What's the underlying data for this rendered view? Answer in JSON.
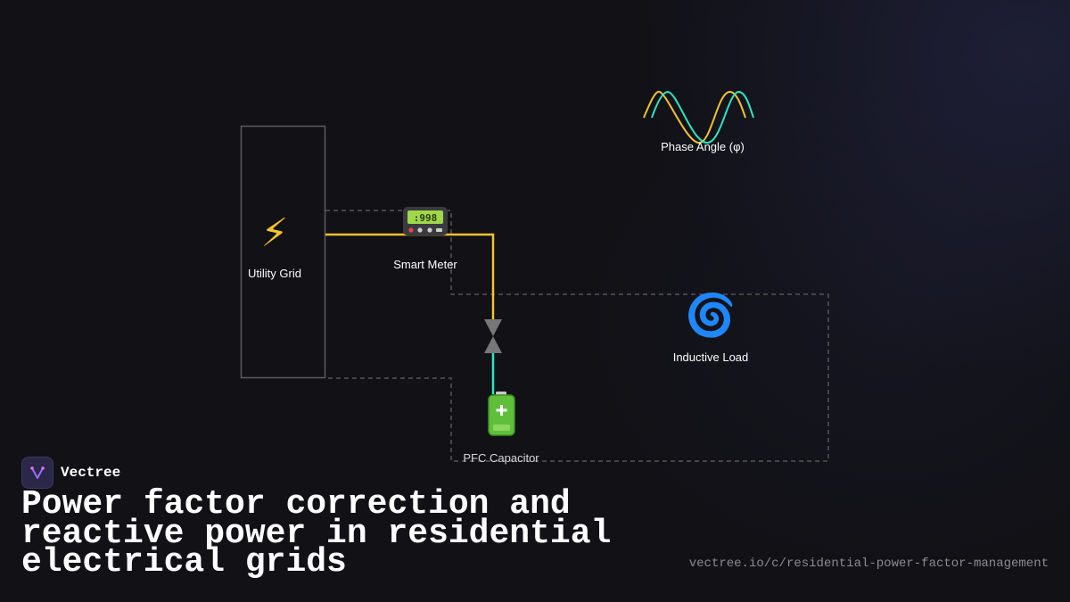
{
  "diagram": {
    "nodes": {
      "utility_grid": {
        "label": "Utility Grid",
        "icon": "lightning-bolt-icon"
      },
      "smart_meter": {
        "label": "Smart Meter",
        "icon": "pager-icon"
      },
      "inductive_load": {
        "label": "Inductive Load",
        "icon": "cyclone-icon"
      },
      "pfc_capacitor": {
        "label": "PFC Capacitor",
        "icon": "battery-icon"
      },
      "phase_angle": {
        "label": "Phase Angle (φ)",
        "icon": "sine-waves-icon"
      }
    },
    "colors": {
      "power_line": "#f5c230",
      "reactive_line": "#2ee6c4",
      "valve": "#777777",
      "dashed_group": "#555555",
      "grid_box": "#5c5c5c",
      "wave_a": "#f5c230",
      "wave_b": "#2ee6c4"
    }
  },
  "brand": {
    "name": "Vectree",
    "icon": "vectree-logo-icon"
  },
  "title": "Power factor correction and reactive power in residential electrical grids",
  "url": "vectree.io/c/residential-power-factor-management"
}
